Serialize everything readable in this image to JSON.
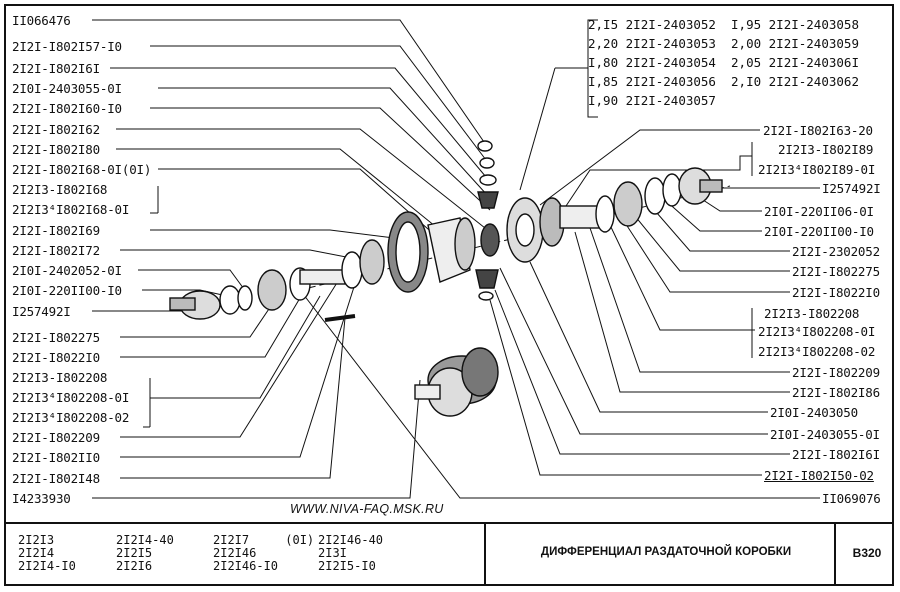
{
  "left_labels": [
    "II066476",
    "2I2I-I802I57-I0",
    "2I2I-I802I6I",
    "2I0I-2403055-0I",
    "2I2I-I802I60-I0",
    "2I2I-I802I62",
    "2I2I-I802I80",
    "2I2I-I802I68-0I(0I)",
    "2I2I3-I802I68",
    "2I2I3⁴I802I68-0I",
    "2I2I-I802I69",
    "2I2I-I802I72",
    "2I0I-2402052-0I",
    "2I0I-220II00-I0",
    "I257492I",
    "2I2I-I802275",
    "2I2I-I8022I0",
    "2I2I3-I802208",
    "2I2I3⁴I802208-0I",
    "2I2I3⁴I802208-02",
    "2I2I-I802209",
    "2I2I-I802II0",
    "2I2I-I802I48",
    "I4233930"
  ],
  "right_labels": [
    "2I2I-I802I63-20",
    "2I2I3-I802I89",
    "2I2I3⁴I802I89-0I",
    "I257492I",
    "2I0I-220II06-0I",
    "2I0I-220II00-I0",
    "2I2I-2302052",
    "2I2I-I802275",
    "2I2I-I8022I0",
    "2I2I3-I802208",
    "2I2I3⁴I802208-0I",
    "2I2I3⁴I802208-02",
    "2I2I-I802209",
    "2I2I-I802I86",
    "2I0I-2403050",
    "2I0I-2403055-0I",
    "2I2I-I802I6I",
    "2I2I-I802I50-02",
    "II069076"
  ],
  "washer_table": [
    [
      "2,I5",
      "2I2I-2403052",
      "I,95",
      "2I2I-2403058"
    ],
    [
      "2,20",
      "2I2I-2403053",
      "2,00",
      "2I2I-2403059"
    ],
    [
      "I,80",
      "2I2I-2403054",
      "2,05",
      "2I2I-240306I"
    ],
    [
      "I,85",
      "2I2I-2403056",
      "2,I0",
      "2I2I-2403062"
    ],
    [
      "I,90",
      "2I2I-2403057",
      "",
      ""
    ]
  ],
  "website": "WWW.NIVA-FAQ.MSK.RU",
  "title_block": {
    "models_col1": "2I2I3\n2I2I4\n2I2I4-I0",
    "models_col2": "2I2I4-40\n2I2I5\n2I2I6",
    "models_col3": "2I2I7     (0I)\n2I2I46\n2I2I46-I0",
    "models_col4": "2I2I46-40\n2I3I\n2I2I5-I0",
    "title": "ДИФФЕРЕНЦИАЛ РАЗДАТОЧНОЙ КОРОБКИ",
    "code": "B320"
  }
}
